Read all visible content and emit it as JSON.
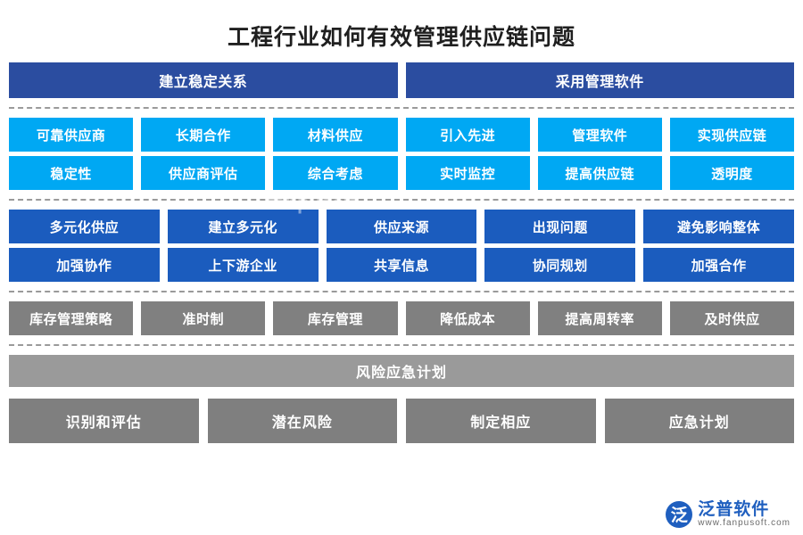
{
  "title": "工程行业如何有效管理供应链问题",
  "header": {
    "cells": [
      {
        "label": "建立稳定关系",
        "color": "#2b4da0"
      },
      {
        "label": "采用管理软件",
        "color": "#2b4da0"
      }
    ]
  },
  "bands": [
    {
      "name": "band-cyan",
      "color": "#00a8f3",
      "rows": [
        [
          "可靠供应商",
          "长期合作",
          "材料供应",
          "引入先进",
          "管理软件",
          "实现供应链"
        ],
        [
          "稳定性",
          "供应商评估",
          "综合考虑",
          "实时监控",
          "提高供应链",
          "透明度"
        ]
      ]
    },
    {
      "name": "band-blue",
      "color": "#1b5cbe",
      "rows": [
        [
          "多元化供应",
          "建立多元化",
          "供应来源",
          "出现问题",
          "避免影响整体"
        ],
        [
          "加强协作",
          "上下游企业",
          "共享信息",
          "协同规划",
          "加强合作"
        ]
      ]
    },
    {
      "name": "band-gray",
      "color": "#808080",
      "rows": [
        [
          "库存管理策略",
          "准时制",
          "库存管理",
          "降低成本",
          "提高周转率",
          "及时供应"
        ]
      ]
    }
  ],
  "risk": {
    "bar_label": "风险应急计划",
    "bar_color": "#9a9a9a",
    "items": [
      "识别和评估",
      "潜在风险",
      "制定相应",
      "应急计划"
    ],
    "item_color": "#7f7f7f"
  },
  "watermark": {
    "center_text": "fanpusoft",
    "logo_mark": "泛",
    "logo_cn": "泛普软件",
    "logo_en": "www.fanpusoft.com"
  }
}
